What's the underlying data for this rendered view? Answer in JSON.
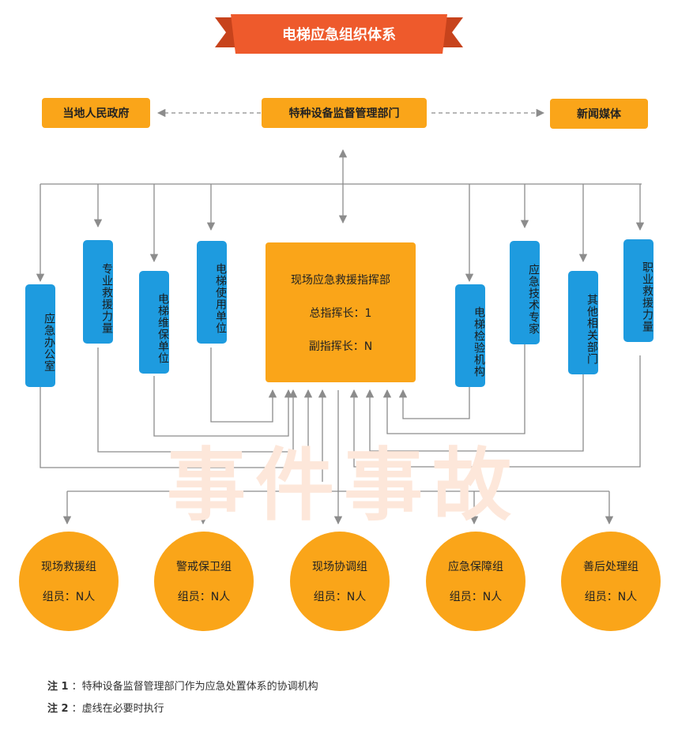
{
  "title": "电梯应急组织体系",
  "watermark": "事件事故",
  "top": {
    "left": "当地人民政府",
    "center": "特种设备监督管理部门",
    "right": "新闻媒体"
  },
  "units": [
    "应急办公室",
    "专业救援力量",
    "电梯维保单位",
    "电梯使用单位",
    "电梯检验机构",
    "应急技术专家",
    "其他相关部门",
    "职业救援力量"
  ],
  "command": {
    "title": "现场应急救援指挥部",
    "chief": "总指挥长：1",
    "deputy": "副指挥长：N"
  },
  "groups": [
    {
      "name": "现场救援组",
      "members": "组员：N人"
    },
    {
      "name": "警戒保卫组",
      "members": "组员：N人"
    },
    {
      "name": "现场协调组",
      "members": "组员：N人"
    },
    {
      "name": "应急保障组",
      "members": "组员：N人"
    },
    {
      "name": "善后处理组",
      "members": "组员：N人"
    }
  ],
  "notes": [
    {
      "label": "注 1",
      "text": "：特种设备监督管理部门作为应急处置体系的协调机构"
    },
    {
      "label": "注 2",
      "text": "：虚线在必要时执行"
    }
  ],
  "colors": {
    "orange": "#FAA519",
    "blue": "#1E9BDF",
    "banner": "#EE5A2C",
    "connector": "#8C8C8C"
  }
}
